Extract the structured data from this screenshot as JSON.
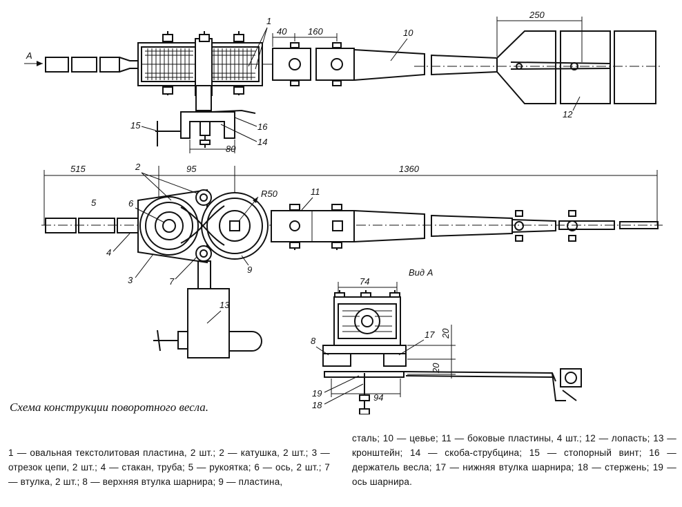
{
  "caption": "Схема конструкции поворотного весла.",
  "legend_left": "1 — овальная текстолитовая пластина, 2 шт.; 2 — катушка, 2 шт.; 3 — отрезок цепи, 2 шт.; 4 — стакан, труба; 5 — рукоятка; 6 — ось, 2 шт.; 7 — втулка, 2 шт.; 8 — верхняя втулка шарнира; 9 — пластина,",
  "legend_right": "сталь; 10 — цевье; 11 — боковые пластины, 4 шт.; 12 — лопасть; 13 — кронштейн; 14 — скоба-струбцина; 15 — стопорный винт; 16 — держатель весла; 17 — нижняя втулка шарнира; 18 — стержень; 19 — ось шарнира.",
  "view_label": "Вид А",
  "arrow_label": "A",
  "radius_label": "R50",
  "dimensions": {
    "d250": "250",
    "d40": "40",
    "d160": "160",
    "d80": "80",
    "d515": "515",
    "d95": "95",
    "d1360": "1360",
    "d74": "74",
    "d20a": "20",
    "d20b": "20",
    "d94": "94"
  },
  "parts": {
    "p1": "1",
    "p2": "2",
    "p3": "3",
    "p4": "4",
    "p5": "5",
    "p6": "6",
    "p7": "7",
    "p8": "8",
    "p9": "9",
    "p10": "10",
    "p11": "11",
    "p12": "12",
    "p13": "13",
    "p14": "14",
    "p15": "15",
    "p16": "16",
    "p17": "17",
    "p18": "18",
    "p19": "19"
  }
}
